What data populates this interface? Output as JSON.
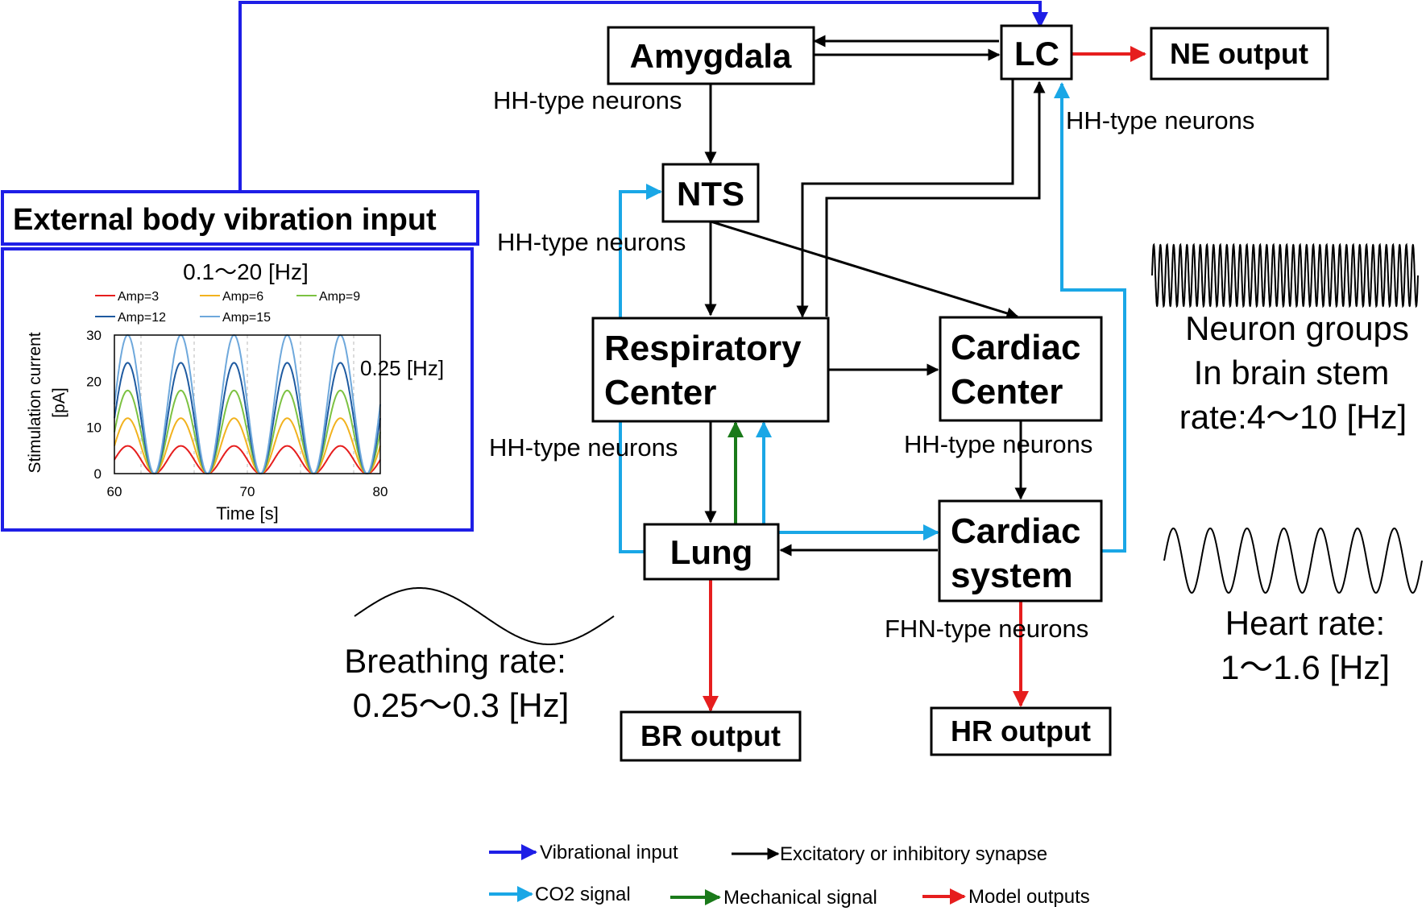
{
  "nodes": {
    "amygdala": "Amygdala",
    "lc": "LC",
    "ne_output": "NE output",
    "nts": "NTS",
    "resp_line1": "Respiratory",
    "resp_line2": "Center",
    "cardiac_center_line1": "Cardiac",
    "cardiac_center_line2": "Center",
    "lung": "Lung",
    "cardiac_system_line1": "Cardiac",
    "cardiac_system_line2": "system",
    "br_output": "BR output",
    "hr_output": "HR output",
    "external_input": "External body vibration input"
  },
  "edge_labels": {
    "amygdala_hh": "HH-type neurons",
    "lc_hh": "HH-type neurons",
    "nts_hh": "HH-type neurons",
    "resp_hh": "HH-type neurons",
    "cardiac_hh": "HH-type neurons",
    "fhn": "FHN-type neurons"
  },
  "annotations": {
    "neuron_line1": "Neuron groups",
    "neuron_line2": "In brain stem",
    "neuron_line3": "rate:4～10 [Hz]",
    "heart_line1": "Heart rate:",
    "heart_line2": "1～1.6 [Hz]",
    "breath_line1": "Breathing rate:",
    "breath_line2": "0.25～0.3 [Hz]"
  },
  "legend": {
    "vibrational": "Vibrational input",
    "synapse": "Excitatory or inhibitory synapse",
    "co2": "CO2 signal",
    "mechanical": "Mechanical signal",
    "outputs": "Model outputs"
  },
  "colors": {
    "vibrational": "#1e1ee6",
    "co2": "#1aa7e6",
    "mechanical": "#1a7a1a",
    "outputs": "#e61e1e",
    "synapse": "#000000"
  },
  "chart_data": {
    "type": "line",
    "title": "0.1～20 [Hz]",
    "annotation": "0.25 [Hz]",
    "xlabel": "Time [s]",
    "ylabel_line1": "Stimulation current",
    "ylabel_line2": "[pA]",
    "xlim": [
      60,
      80
    ],
    "ylim": [
      0,
      30
    ],
    "xticks": [
      60,
      70,
      80
    ],
    "yticks": [
      0,
      10,
      20,
      30
    ],
    "grid": "dashed-vertical",
    "frequency_hz": 0.25,
    "series": [
      {
        "name": "Amp=3",
        "amplitude": 3,
        "color": "#e61e1e"
      },
      {
        "name": "Amp=6",
        "amplitude": 6,
        "color": "#f2b21e"
      },
      {
        "name": "Amp=9",
        "amplitude": 9,
        "color": "#7cc242"
      },
      {
        "name": "Amp=12",
        "amplitude": 12,
        "color": "#1e5aa0"
      },
      {
        "name": "Amp=15",
        "amplitude": 15,
        "color": "#6ea8dc"
      }
    ]
  }
}
